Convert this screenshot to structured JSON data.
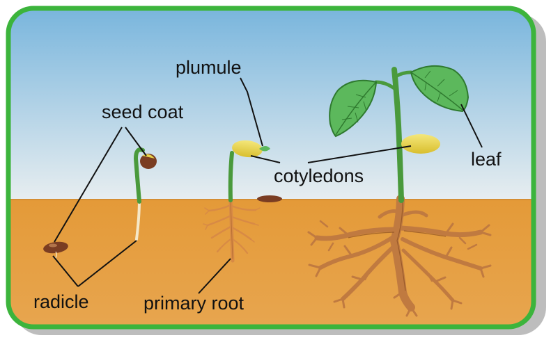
{
  "diagram": {
    "labels": {
      "seed_coat": "seed coat",
      "plumule": "plumule",
      "leaf": "leaf",
      "cotyledons": "cotyledons",
      "radicle": "radicle",
      "primary_root": "primary root"
    }
  },
  "colors": {
    "frame_border": "#3cb43c",
    "sky_top": "#7fb7dd",
    "sky_bottom": "#e6eef1",
    "soil_top": "#e79e3d",
    "soil_bottom": "#e7a24a",
    "stem": "#4a9a3c",
    "leaf": "#5cb85c",
    "cotyledon": "#e8d34a",
    "seed": "#7a3d22",
    "root": "#c07a40"
  }
}
